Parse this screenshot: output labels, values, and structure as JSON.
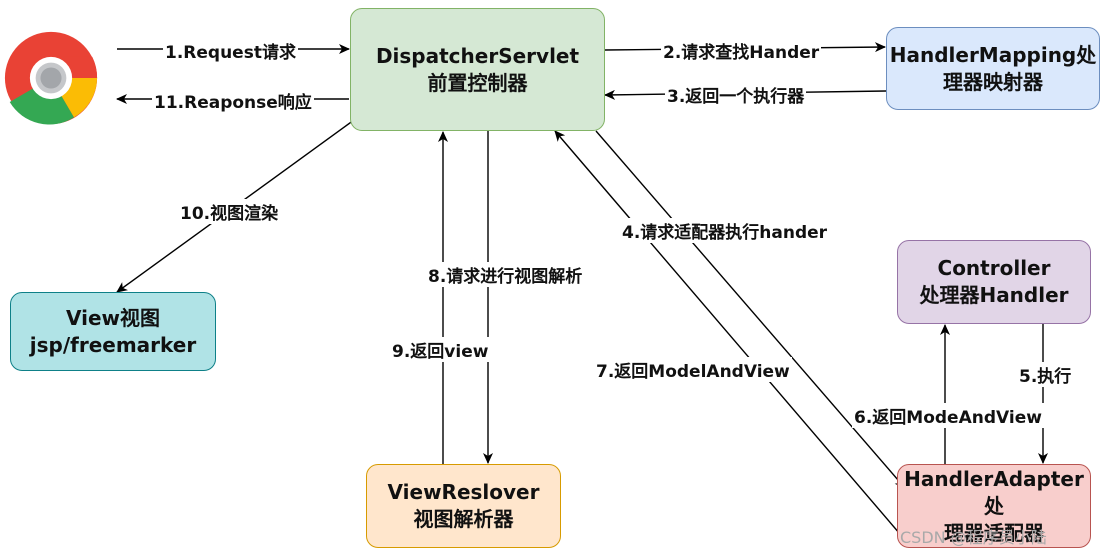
{
  "nodes": {
    "dispatcher": {
      "line1": "DispatcherServlet",
      "line2": "前置控制器"
    },
    "mapping": {
      "line1": "HandlerMapping处",
      "line2": "理器映射器"
    },
    "controller": {
      "line1": "Controller",
      "line2": "处理器Handler"
    },
    "adapter": {
      "line1": "HandlerAdapter处",
      "line2": "理器适配器"
    },
    "resolver": {
      "line1": "ViewReslover",
      "line2": "视图解析器"
    },
    "view": {
      "line1": "View视图",
      "line2": "jsp/freemarker"
    }
  },
  "edges": [
    {
      "id": "e1",
      "label": "1.Request请求"
    },
    {
      "id": "e2",
      "label": "2.请求查找Hander"
    },
    {
      "id": "e3",
      "label": "3.返回一个执行器"
    },
    {
      "id": "e4",
      "label": "4.请求适配器执行hander"
    },
    {
      "id": "e5",
      "label": "5.执行"
    },
    {
      "id": "e6",
      "label": "6.返回ModeAndView"
    },
    {
      "id": "e7",
      "label": "7.返回ModelAndView"
    },
    {
      "id": "e8",
      "label": "8.请求进行视图解析"
    },
    {
      "id": "e9",
      "label": "9.返回view"
    },
    {
      "id": "e10",
      "label": "10.视图渲染"
    },
    {
      "id": "e11",
      "label": "11.Reaponse响应"
    }
  ],
  "browser": {
    "icon": "chrome-browser-icon"
  },
  "watermark": "CSDN @程序员小陆"
}
